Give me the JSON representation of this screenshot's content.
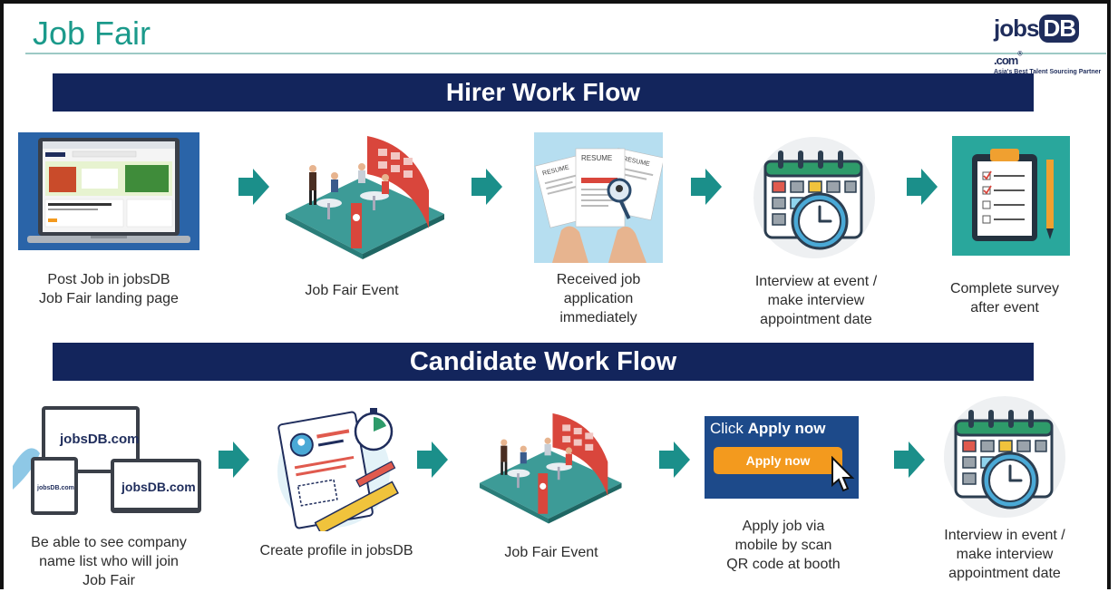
{
  "header": {
    "title": "Job Fair"
  },
  "logo": {
    "wordmark_left": "jobs",
    "wordmark_db": "DB",
    "wordmark_com": ".com",
    "registered": "®",
    "tagline": "Asia's Best Talent Sourcing Partner"
  },
  "hirer": {
    "title": "Hirer Work Flow",
    "steps": [
      {
        "caption": "Post Job in jobsDB\nJob Fair landing page"
      },
      {
        "caption": "Job Fair Event"
      },
      {
        "caption": "Received job\napplication\nimmediately"
      },
      {
        "caption": "Interview at event /\nmake interview\nappointment date"
      },
      {
        "caption": "Complete survey\nafter event"
      }
    ]
  },
  "candidate": {
    "title": "Candidate Work Flow",
    "steps": [
      {
        "caption": "Be able to see company\nname list who will join\nJob Fair"
      },
      {
        "caption": "Create profile in jobsDB"
      },
      {
        "caption": "Job Fair Event"
      },
      {
        "caption": "Apply job via\nmobile by scan\nQR code at booth"
      },
      {
        "caption": "Interview in event /\nmake interview\nappointment date"
      }
    ]
  },
  "apply_box": {
    "text_plain": "Click ",
    "text_bold": "Apply now",
    "button": "Apply now"
  },
  "resume_label": "RESUME",
  "device_logo": "jobsDB.com",
  "colors": {
    "teal": "#1b8f8a",
    "navy": "#13255c",
    "title_teal": "#1b9a8b",
    "apply_orange": "#f39a1e"
  }
}
